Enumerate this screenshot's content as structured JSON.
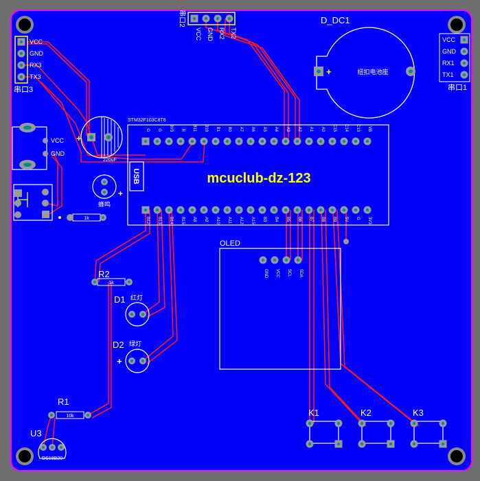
{
  "board": {
    "title": "mcuclub-dz-123",
    "colors": {
      "background": "#6e6e6e",
      "board": "#0000ff",
      "outline": "#ff00ff",
      "trace": "#ff1a1a",
      "silk": "#ffffff",
      "title": "#ffff00",
      "pad": "#9a9a9a",
      "pad_hole": "#0a8a8a"
    }
  },
  "headers": {
    "top": {
      "ref": "串口2",
      "pins": [
        "VCC",
        "GND",
        "RX2",
        "TX2"
      ]
    },
    "left": {
      "ref": "串口3",
      "pins": [
        "VCC",
        "GND",
        "RX3",
        "TX3"
      ]
    },
    "right": {
      "ref": "串口1",
      "pins": [
        "VCC",
        "GND",
        "RX1",
        "TX1"
      ]
    }
  },
  "power_jack": {
    "pins": [
      "VCC",
      "GND"
    ]
  },
  "battery": {
    "ref": "D_DC1",
    "label": "纽扣电池座",
    "polarity": "+"
  },
  "capacitor": {
    "value": "220uF",
    "polarity": "+"
  },
  "buzzer": {
    "label": "蜂鸣",
    "polarity": "+"
  },
  "usb": {
    "label": "USB"
  },
  "mcu": {
    "silk": "STM32F103C8T6",
    "top_pins": [
      "G",
      "G",
      "3V3",
      "R",
      "B11",
      "B10",
      "B1",
      "B0",
      "A7",
      "A6",
      "A5",
      "A4",
      "A3",
      "A2",
      "A1",
      "A0",
      "C15",
      "C14",
      "C13",
      "VB"
    ],
    "bottom_pins": [
      "B12",
      "B13",
      "B14",
      "B15",
      "A8",
      "A9",
      "A10",
      "A11",
      "A12",
      "A15",
      "B3",
      "B4",
      "B5",
      "B6",
      "B7",
      "B8",
      "B9",
      "5V",
      "G",
      "3V3"
    ]
  },
  "oled": {
    "ref": "OLED",
    "pins": [
      "GND",
      "VCC",
      "SCL",
      "SDA"
    ]
  },
  "resistors": [
    {
      "ref": "",
      "value": "1k"
    },
    {
      "ref": "R2",
      "value": "1k"
    },
    {
      "ref": "R1",
      "value": "10k"
    }
  ],
  "leds": [
    {
      "ref": "D1",
      "label": "红灯",
      "polarity": ""
    },
    {
      "ref": "D2",
      "label": "绿灯",
      "polarity": "+"
    }
  ],
  "sensor": {
    "ref": "U3",
    "label": "DS18B20"
  },
  "buttons": [
    "K1",
    "K2",
    "K3"
  ]
}
